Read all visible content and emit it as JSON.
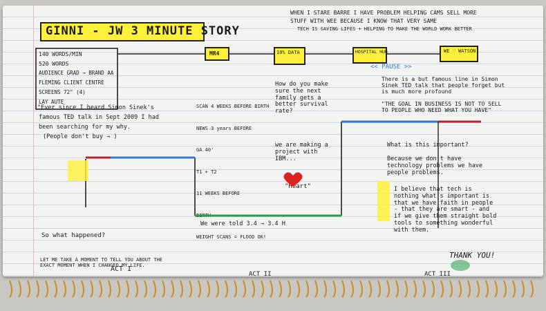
{
  "photo": {
    "title": "GINNI - JW 3 MINUTE STORY",
    "top_right_1": "WHEN I STARE BARRE I HAVE PROBLEM HELPING CAMS SELL MORE",
    "top_right_2": "STUFF WITH WEE BECAUSE I KNOW THAT VERY SAME",
    "top_right_3": "TECH IS SAVING LIFES + HELPING TO MAKE THE WORLD WORK BETTER",
    "stats": [
      "140 WORDS/MIN",
      "520 WORDS",
      "AUDIENCE GRAD → BRAND AA",
      "FLEMING CLIENT CENTRE",
      "SCREENS 72\" (4)",
      "LAY AUTE"
    ],
    "box_labels": [
      "MR4",
      "10% DATA",
      "HOSPITAL HUB",
      "WE ♡ WATSON"
    ],
    "left_notes": [
      "\"Ever since I heard Simon Sinek's",
      "famous TED talk in Sept 2009 I had",
      "been searching for my why.",
      "(People don't buy → )"
    ],
    "act_labels": [
      "ACT I",
      "ACT II",
      "ACT III"
    ],
    "question_text": "What is this important?",
    "because_text": "Because we don't have technology problems we have people problems.",
    "believe_text": "I believe that tech is nothing what's important is that we have faith in people - that they are smart - and if we give them straight bold tools to something wonderful with them.",
    "thank_you": "THANK YOU!",
    "pause": "<< PAUSE >>",
    "famous_line": "There is a but famous line in Simon Sinek TED talk that people forget but is much more profound",
    "goal_line": "\"THE GOAL IN BUSINESS IS NOT TO SELL TO PEOPLE WHO NEED WHAT YOU HAVE\"",
    "what_happened": "So what happened?",
    "hospital_q": "How do you make sure the next family gets a better survival rate?",
    "ibm_text": "we are making a project with IBM...",
    "heart_text": "\"Heart\"",
    "weight_text": "We were told 3.4 → 3.4 H",
    "stats2": [
      "SCAN 4 WEEKS BEFORE BIRTH",
      "NEWS 3 years BEFORE",
      "GA 40'",
      "T1 + T2",
      "11 WEEKS BEFORE",
      "BIRTH",
      "WEIGHT SCANS = FLOOD OK!"
    ],
    "bottom_left": "LET ME TAKE A MOMENT TO TELL YOU ABOUT THE EXACT MOMENT WHEN I CHANGED MY LIFE.",
    "colors": {
      "yellow": "#fff13b",
      "red": "#b8232a",
      "blue": "#2b7bd6",
      "green": "#2a9d4a",
      "orange": "#e07a10",
      "spiral": "#c8902e"
    }
  }
}
